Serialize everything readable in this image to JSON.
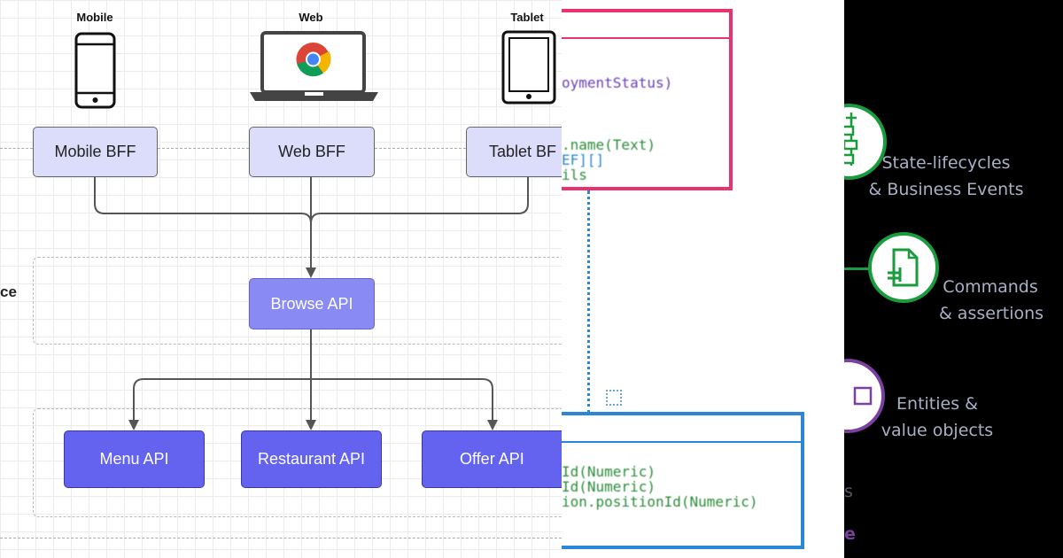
{
  "devices": {
    "mobile_label": "Mobile",
    "web_label": "Web",
    "tablet_label": "Tablet",
    "mobile_icon": "smartphone-icon",
    "web_icon": "laptop-chrome-icon",
    "tablet_icon": "tablet-icon"
  },
  "bff": {
    "mobile": "Mobile BFF",
    "web": "Web BFF",
    "tablet": "Tablet BF"
  },
  "service_fragment": "ce",
  "browse_api": "Browse API",
  "apis": {
    "menu": "Menu API",
    "restaurant": "Restaurant API",
    "offer": "Offer API"
  },
  "code": {
    "top_lines": [
      "oymentStatus)",
      ".name(Text)",
      "EF][]",
      "ils"
    ],
    "bottom_lines": [
      "Id(Numeric)",
      "Id(Numeric)",
      "ion.positionId(Numeric)"
    ]
  },
  "concepts": [
    {
      "line1": "State-lifecycles",
      "line2": "& Business Events",
      "icon": "state-lifecycle-icon",
      "color": "#1a9b3e"
    },
    {
      "line1": "Commands",
      "line2": "& assertions",
      "icon": "document-command-icon",
      "color": "#1a9b3e"
    },
    {
      "line1": "Entities &",
      "line2": "value objects",
      "icon": "square-entity-icon",
      "color": "#7a3fa0"
    }
  ],
  "fragments": {
    "s": "s",
    "e": "e"
  },
  "colors": {
    "bff_fill": "#dcdcfb",
    "browse_fill": "#8a8af5",
    "api_fill": "#6363f0",
    "pink_border": "#e8336e",
    "blue_border": "#2b86d6",
    "green": "#1a9b3e",
    "purple": "#7a3fa0"
  }
}
